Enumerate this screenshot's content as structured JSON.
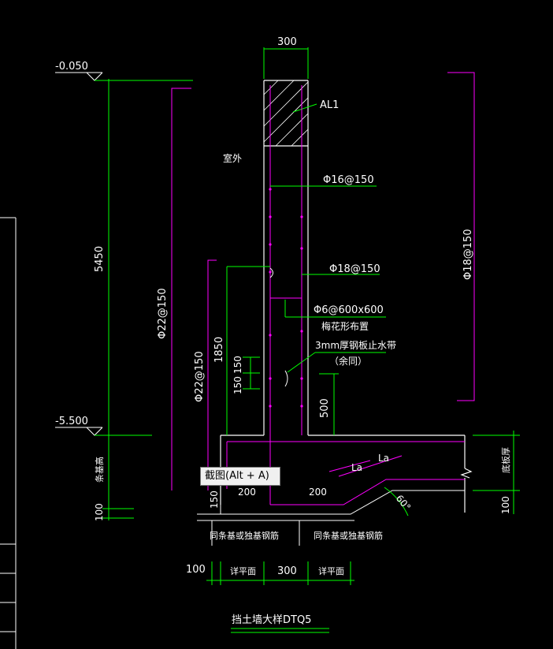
{
  "labels": {
    "dim_top_width": "300",
    "elev_top": "-0.050",
    "elev_bottom": "-5.500",
    "dim_height": "5450",
    "beam": "AL1",
    "outside": "室外",
    "rebar_left_main": "Φ22@150",
    "rebar_horizontal": "Φ16@150",
    "rebar_inner": "Φ18@150",
    "rebar_right_long": "Φ18@150",
    "tie_bar": "Φ6@600x600",
    "tie_note": "梅花形布置",
    "waterstop": "3mm厚钢板止水带",
    "waterstop_sub": "（余同）",
    "dim_1850": "1850",
    "rebar_dowel": "Φ22@150",
    "dim_150_a": "150",
    "dim_150_b": "150",
    "dim_500": "500",
    "dim_200_left": "200",
    "dim_200_right": "200",
    "dim_150_base": "150",
    "dim_100_left": "100",
    "dim_100_right": "100",
    "base_thickness": "底板厚",
    "anchor_left": "La",
    "anchor_right": "La",
    "angle": "60°",
    "foundation_left": "同条基或独基钢筋",
    "foundation_right": "同条基或独基钢筋",
    "bottom_dim_100": "100",
    "bottom_dim_detail_left": "详平面",
    "bottom_dim_300": "300",
    "bottom_dim_detail_right": "详平面",
    "side_label": "条基高",
    "title": "挡土墙大样DTQ5"
  },
  "tooltip": "截图(Alt + A)",
  "colors": {
    "wall": "#ffffff",
    "dimension": "#00ff00",
    "leader": "#ff00ff",
    "background": "#000000"
  }
}
